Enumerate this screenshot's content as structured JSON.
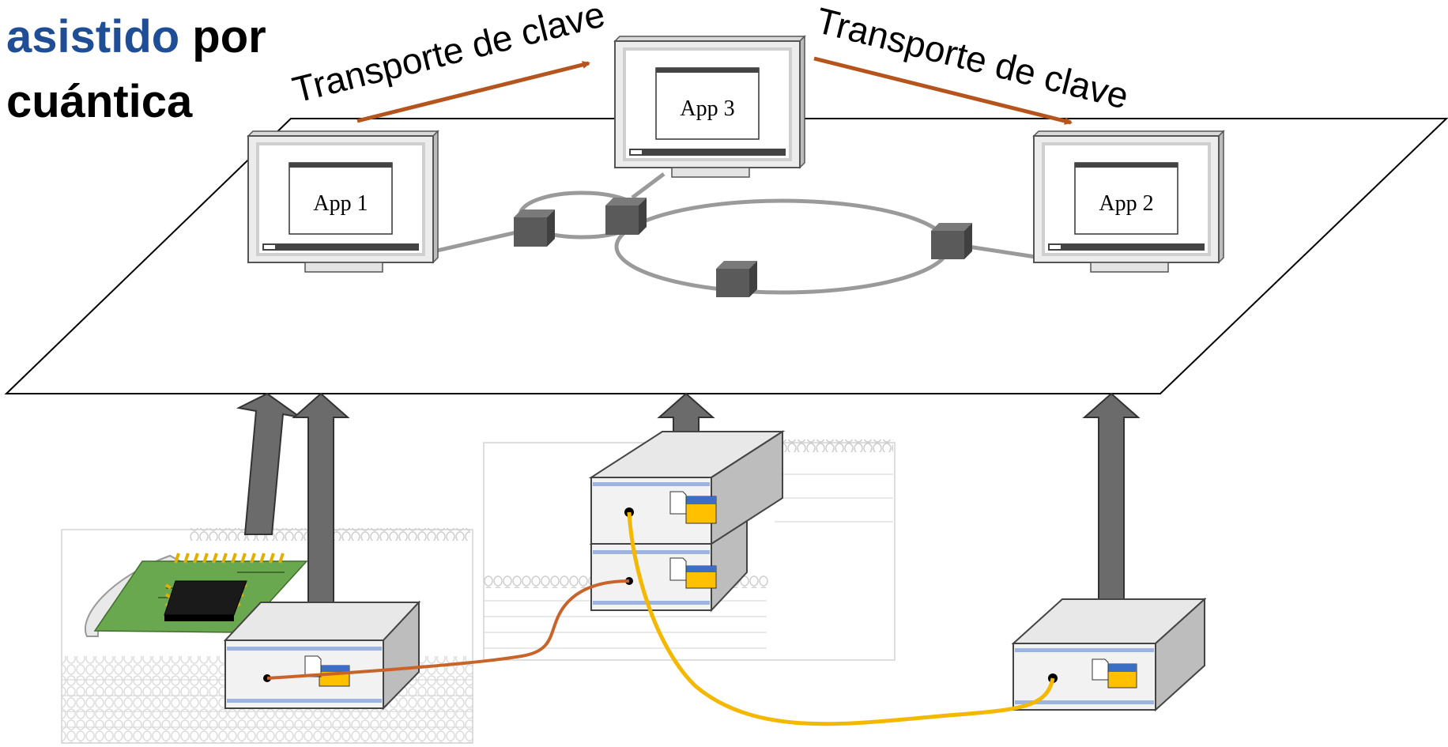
{
  "title": {
    "line1_highlight": "asistido",
    "line1_rest": " por",
    "line2": "cuántica",
    "highlight_color": "#1f4e96"
  },
  "arrow_labels": {
    "left": "Transporte de clave",
    "right": "Transporte de clave"
  },
  "apps": {
    "app1": "App  1",
    "app2": "App  2",
    "app3": "App  3"
  },
  "colors": {
    "key_transport_arrow": "#b5541c",
    "up_arrow": "#6b6b6b",
    "fiber_orange": "#c8642a",
    "fiber_yellow": "#f5b800",
    "network_link": "#9a9a9a",
    "node_cube": "#5a5a5a",
    "pcb_green": "#6aa84f",
    "device_accent": "#9db4e0"
  },
  "icons": {
    "monitor": "monitor-icon",
    "network_node": "cube-icon",
    "device": "qkd-device-icon",
    "chip": "chip-icon",
    "coil": "fiber-coil-icon"
  }
}
